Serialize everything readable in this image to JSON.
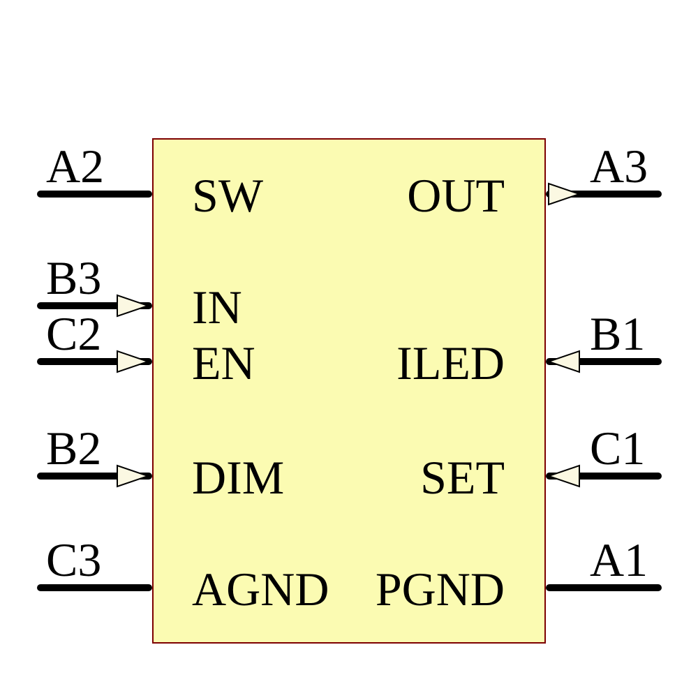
{
  "schematic": {
    "component_kind": "ic-symbol",
    "colors": {
      "body_fill": "#FBFBB2",
      "body_outline": "#7D0000",
      "arrow_fill": "#FBF8E2",
      "wire": "#000000",
      "text": "#000000",
      "background": "#FFFFFF"
    },
    "pins_left": [
      {
        "number": "A2",
        "name": "SW",
        "direction": "passive"
      },
      {
        "number": "B3",
        "name": "IN",
        "direction": "input"
      },
      {
        "number": "C2",
        "name": "EN",
        "direction": "input"
      },
      {
        "number": "B2",
        "name": "DIM",
        "direction": "input"
      },
      {
        "number": "C3",
        "name": "AGND",
        "direction": "passive"
      }
    ],
    "pins_right": [
      {
        "number": "A3",
        "name": "OUT",
        "direction": "output"
      },
      {
        "number": "B1",
        "name": "ILED",
        "direction": "input"
      },
      {
        "number": "C1",
        "name": "SET",
        "direction": "input"
      },
      {
        "number": "A1",
        "name": "PGND",
        "direction": "passive"
      }
    ]
  }
}
